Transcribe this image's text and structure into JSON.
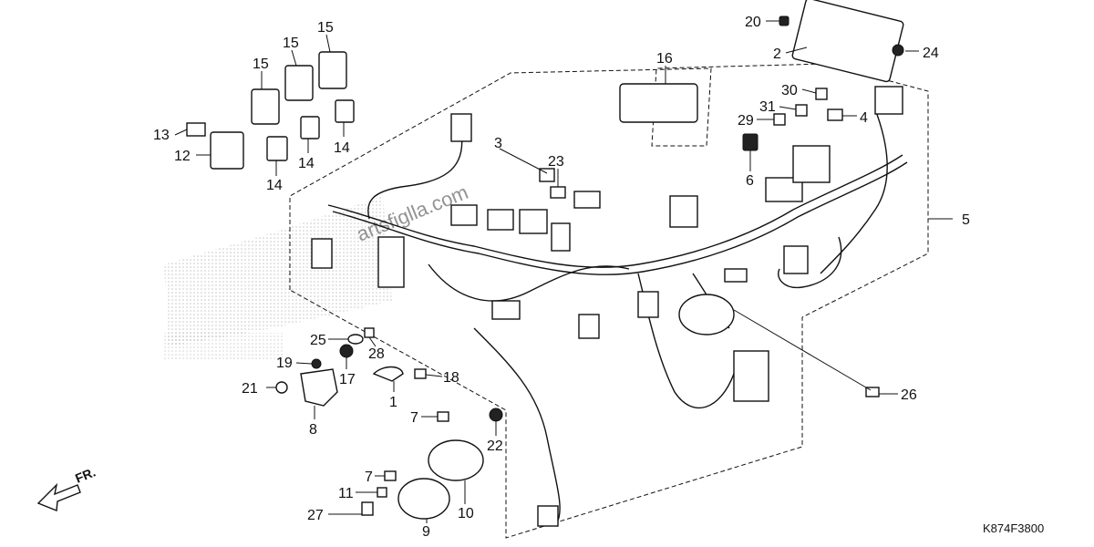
{
  "diagram": {
    "drawing_code": "K874F3800",
    "direction_label": "FR.",
    "watermark_text": "artsfiglla.com",
    "callouts": {
      "c1": "1",
      "c2": "2",
      "c3": "3",
      "c4": "4",
      "c5": "5",
      "c6": "6",
      "c7a": "7",
      "c7b": "7",
      "c8": "8",
      "c9": "9",
      "c10": "10",
      "c11": "11",
      "c12": "12",
      "c13": "13",
      "c14a": "14",
      "c14b": "14",
      "c14c": "14",
      "c15a": "15",
      "c15b": "15",
      "c15c": "15",
      "c16": "16",
      "c17": "17",
      "c18": "18",
      "c19": "19",
      "c20": "20",
      "c21": "21",
      "c22": "22",
      "c23": "23",
      "c24": "24",
      "c25": "25",
      "c26": "26",
      "c27": "27",
      "c28": "28",
      "c29": "29",
      "c30": "30",
      "c31": "31"
    }
  }
}
